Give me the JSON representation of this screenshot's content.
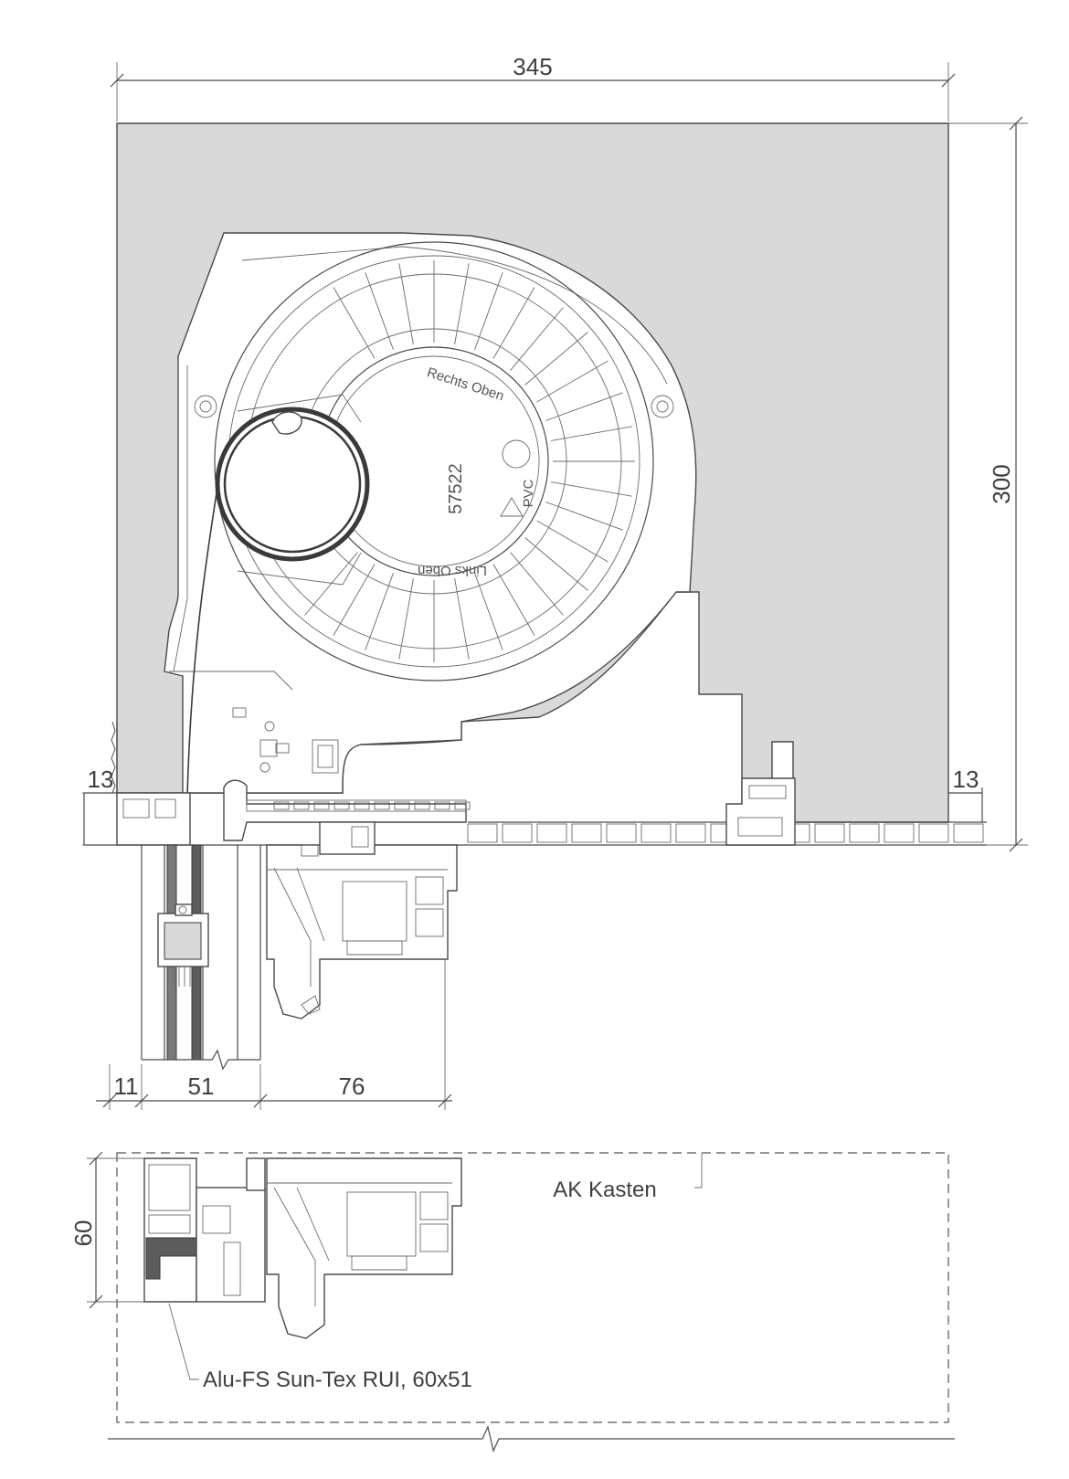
{
  "dimensions": {
    "width_top": "345",
    "height_right": "300",
    "side_left": "13",
    "side_right": "13",
    "bottom_a": "11",
    "bottom_b": "51",
    "bottom_c": "76",
    "section_height": "60"
  },
  "labels": {
    "box": "AK Kasten",
    "profile": "Alu-FS Sun-Tex RUI, 60x51"
  },
  "roller_marks": {
    "top": "Rechts Oben",
    "bottom": "Links Oben",
    "part_number": "57522",
    "material": "PVC"
  },
  "colors": {
    "box_fill": "#d9d9d9",
    "line": "#4a4a4a",
    "glass": "#7a7a7a",
    "seal": "#5c5c5c"
  }
}
